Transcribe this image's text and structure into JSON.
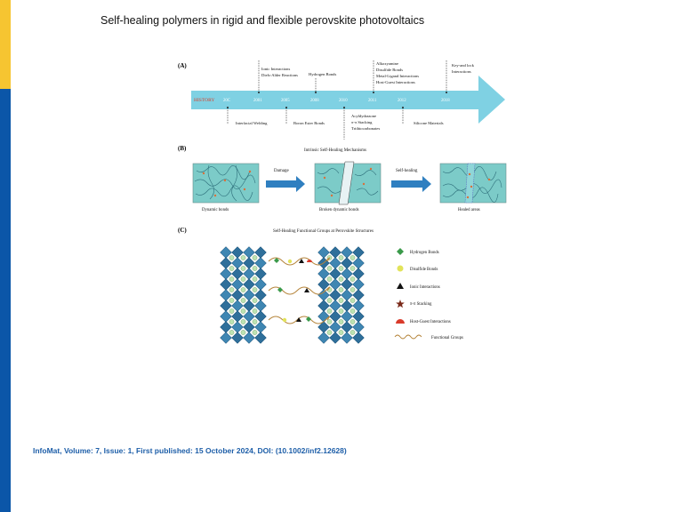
{
  "slide": {
    "title": "Self-healing polymers in rigid and flexible perovskite photovoltaics",
    "citation": "InfoMat, Volume: 7, Issue: 1, First published: 15 October 2024, DOI: (10.1002/inf2.12628)"
  },
  "colors": {
    "sidebar_yellow": "#f6c531",
    "sidebar_blue": "#0b56a8",
    "arrow": "#7fd1e3",
    "history": "#d9402b"
  },
  "panel_a": {
    "label": "(A)",
    "history_label": "HISTORY",
    "years": [
      "20C",
      "2001",
      "2005",
      "2008",
      "2010",
      "2011",
      "2012",
      "2018"
    ],
    "top_labels": [
      [
        "Ionic Interactions",
        "Diels-Alder Reactions"
      ],
      [
        "Hydrogen Bonds"
      ],
      [
        "Alkoxyamine",
        "Disulfide Bonds",
        "Metal-Ligand Interactions",
        "Host-Guest Interactions"
      ],
      [
        "Key-and lock",
        "Interactions"
      ]
    ],
    "bottom_labels": [
      [
        "Interfacial Welding"
      ],
      [
        "Boron Ester Bonds"
      ],
      [
        "Acyldydrazone",
        "π-π Stacking",
        "Trithiocarbonates"
      ],
      [
        "Silicone Materials"
      ]
    ]
  },
  "panel_b": {
    "label": "(B)",
    "title": "Intrinsic Self-Healing Mechanisms",
    "arrow1": "Damage",
    "arrow2": "Self-healing",
    "captions": [
      "Dynamic bonds",
      "Broken dynamic bonds",
      "Healed areas"
    ]
  },
  "panel_c": {
    "label": "(C)",
    "title": "Self-Healing Functional Groups at Perovskite Structures",
    "legend": [
      {
        "label": "Hydrogen Bonds",
        "icon": "green-diamond",
        "color": "#3a9a4a"
      },
      {
        "label": "Disulfide Bonds",
        "icon": "yellow-circle",
        "color": "#e2e35a"
      },
      {
        "label": "Ionic Interactions",
        "icon": "black-triangle",
        "color": "#111111"
      },
      {
        "label": "π-π Stacking",
        "icon": "brown-star",
        "color": "#7a2a1a"
      },
      {
        "label": "Host-Guest Interactions",
        "icon": "red-semicircle",
        "color": "#d93a2a"
      },
      {
        "label": "Functional Groups",
        "icon": "wavy-line",
        "color": "#b5843a"
      }
    ]
  }
}
